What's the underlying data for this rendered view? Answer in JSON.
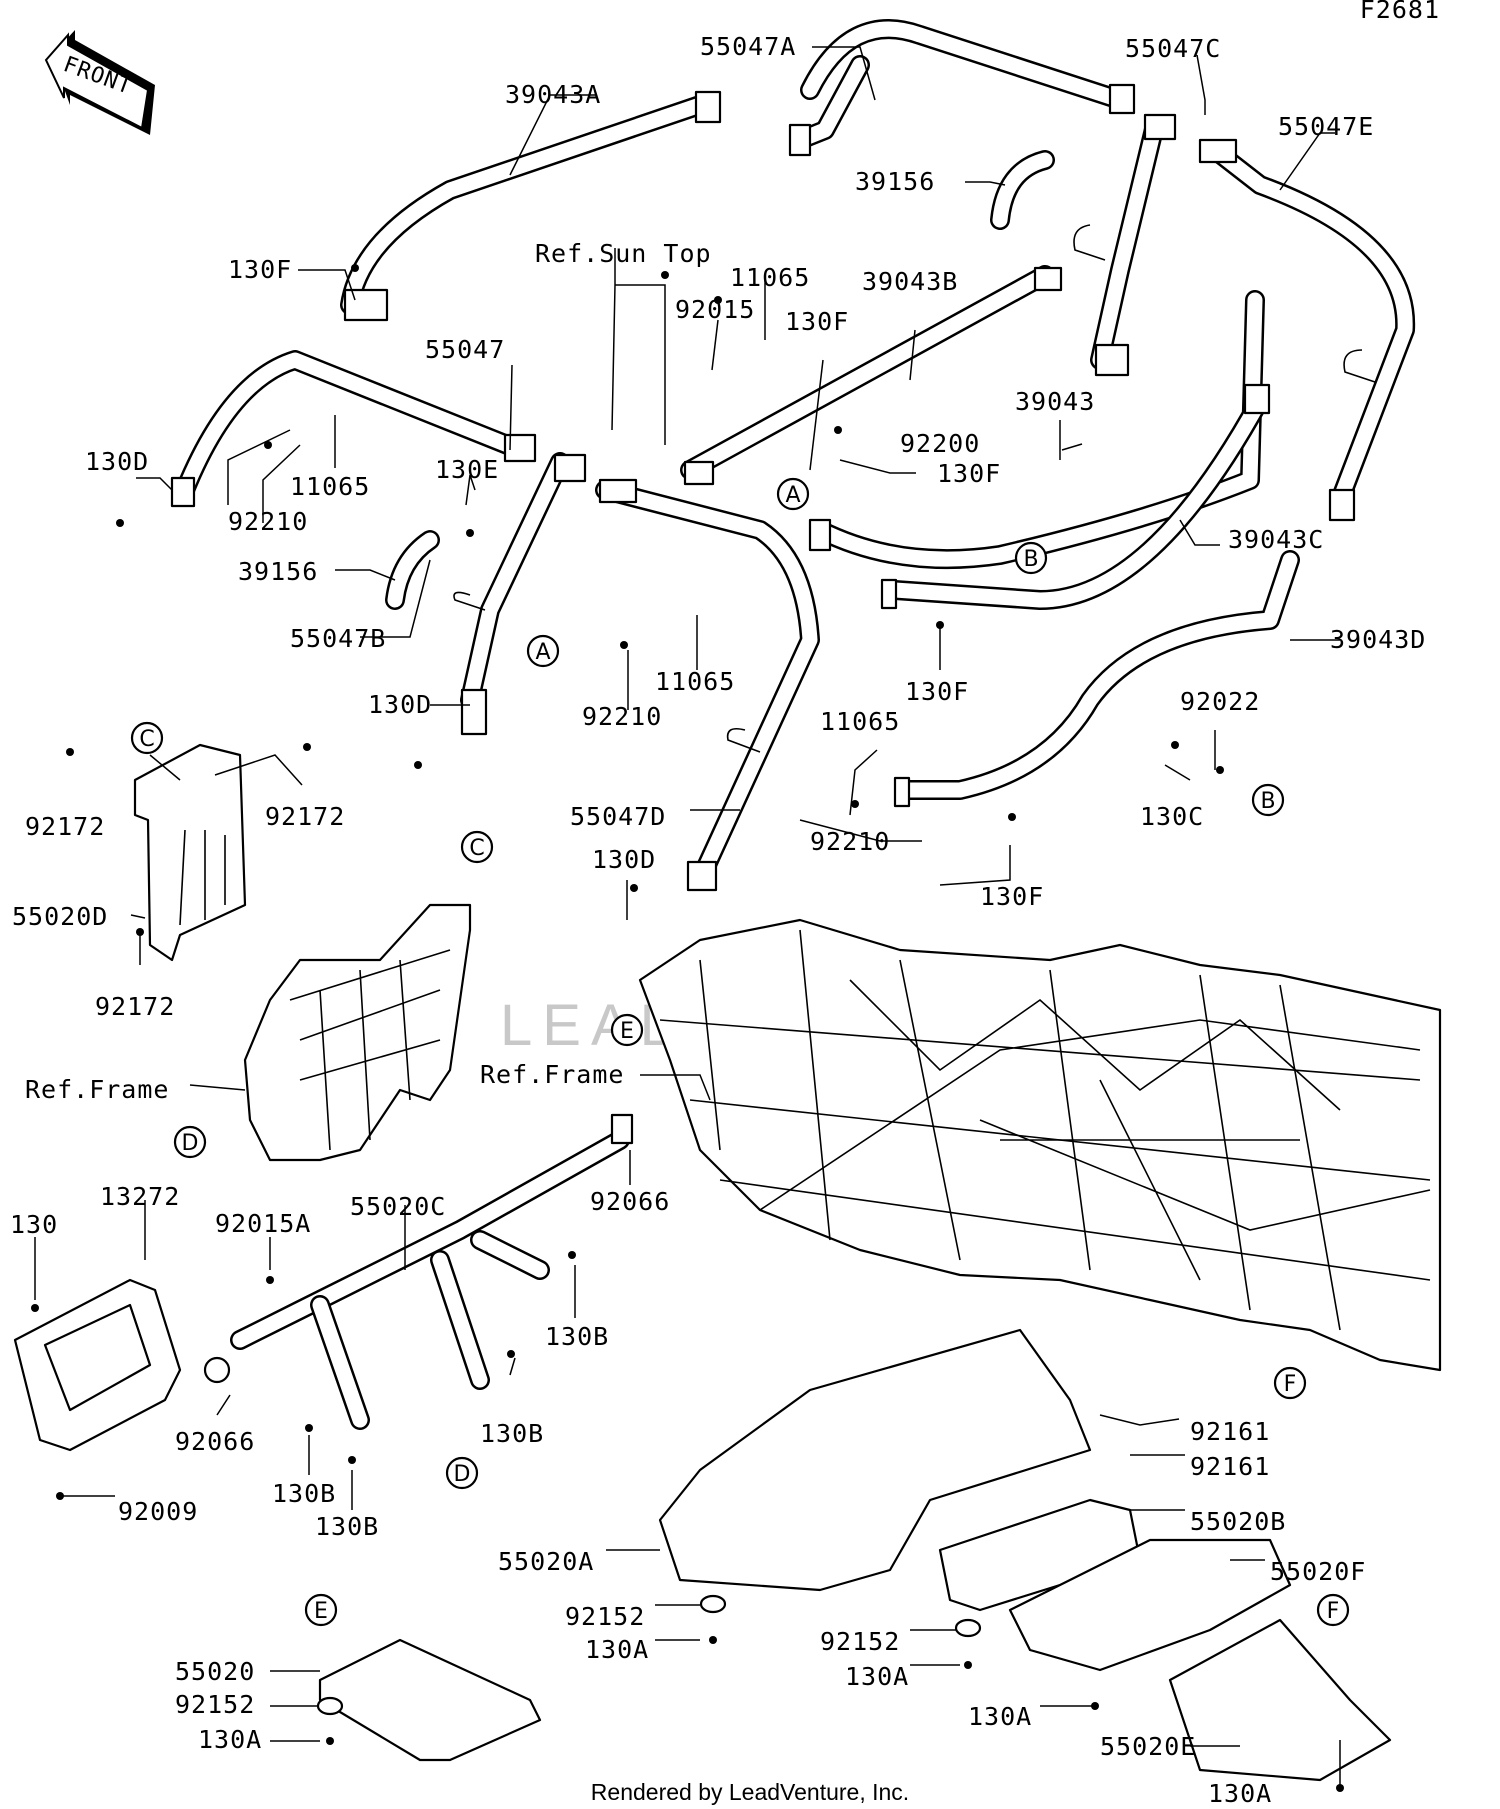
{
  "diagram_id": "F2681",
  "front_label": "FRONT",
  "footer": "Rendered by LeadVenture, Inc.",
  "watermark": "LEADVENTURE",
  "labels": {
    "p55047A": "55047A",
    "p39043A": "39043A",
    "p55047C": "55047C",
    "p55047E": "55047E",
    "p39156a": "39156",
    "p130Fa": "130F",
    "refSunTop": "Ref.Sun Top",
    "p11065a": "11065",
    "p92015": "92015",
    "p39043B": "39043B",
    "p130Fb": "130F",
    "p55047": "55047",
    "p39043": "39043",
    "p92200": "92200",
    "p130Fc": "130F",
    "p130Da": "130D",
    "p11065b": "11065",
    "p130E": "130E",
    "p92210a": "92210",
    "p39043C": "39043C",
    "p39156b": "39156",
    "p55047B": "55047B",
    "p39043D": "39043D",
    "p11065c": "11065",
    "p130Db": "130D",
    "p92210b": "92210",
    "p130Fd": "130F",
    "p92022": "92022",
    "p92172a": "92172",
    "p92172b": "92172",
    "p11065d": "11065",
    "p55047D": "55047D",
    "p92210c": "92210",
    "p130C": "130C",
    "p130Dc": "130D",
    "p130Fe": "130F",
    "p55020D": "55020D",
    "p92172c": "92172",
    "refFrameL": "Ref.Frame",
    "refFrameR": "Ref.Frame",
    "p13272": "13272",
    "p55020C": "55020C",
    "p130": "130",
    "p92015A": "92015A",
    "p92066a": "92066",
    "p130Ba": "130B",
    "p92066b": "92066",
    "p130Bb": "130B",
    "p130Bc": "130B",
    "p130Bd": "130B",
    "p92009": "92009",
    "p92161a": "92161",
    "p92161b": "92161",
    "p55020B": "55020B",
    "p55020A": "55020A",
    "p55020F": "55020F",
    "p92152a": "92152",
    "p130Aa": "130A",
    "p92152b": "92152",
    "p130Ab": "130A",
    "p130Ac": "130A",
    "p55020": "55020",
    "p92152c": "92152",
    "p130Ad": "130A",
    "p55020E": "55020E",
    "p130Ae": "130A"
  },
  "callouts": {
    "a1": "A",
    "a2": "A",
    "b1": "B",
    "b2": "B",
    "c1": "C",
    "c2": "C",
    "d1": "D",
    "d2": "D",
    "e1": "E",
    "e2": "E",
    "f1": "F",
    "f2": "F"
  }
}
